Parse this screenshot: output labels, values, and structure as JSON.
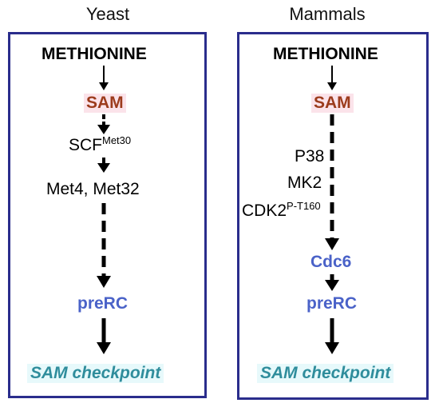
{
  "yeast": {
    "title": "Yeast",
    "methionine": "METHIONINE",
    "sam": "SAM",
    "scf": "SCF",
    "scf_sup": "Met30",
    "met4": "Met4, Met32",
    "prerc": "preRC",
    "checkpoint": "SAM checkpoint"
  },
  "mammals": {
    "title": "Mammals",
    "methionine": "METHIONINE",
    "sam": "SAM",
    "p38": "P38",
    "mk2": "MK2",
    "cdk2": "CDK2",
    "cdk2_sup": "P-T160",
    "cdc6": "Cdc6",
    "prerc": "preRC",
    "checkpoint": "SAM checkpoint"
  },
  "colors": {
    "border": "#2a2d8c",
    "sam_text": "#9c3b1c",
    "sam_highlight": "#fbe3ea",
    "blue_text": "#4a62c8",
    "checkpoint_text": "#2f8d9c",
    "checkpoint_highlight": "#e7f9fb"
  }
}
